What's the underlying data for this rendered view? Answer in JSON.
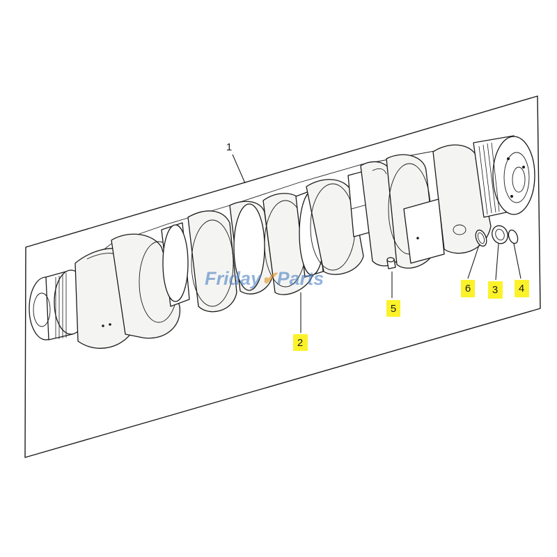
{
  "diagram": {
    "frame_label": "1",
    "watermark": {
      "part1": "Friday",
      "accent": "✔",
      "part2": "Parts"
    },
    "callouts": [
      {
        "id": "2",
        "text": "2"
      },
      {
        "id": "3",
        "text": "3"
      },
      {
        "id": "4",
        "text": "4"
      },
      {
        "id": "5",
        "text": "5"
      },
      {
        "id": "6",
        "text": "6"
      }
    ],
    "callout_color": "#fcf22a",
    "watermark_color": "#4a7fc1"
  }
}
